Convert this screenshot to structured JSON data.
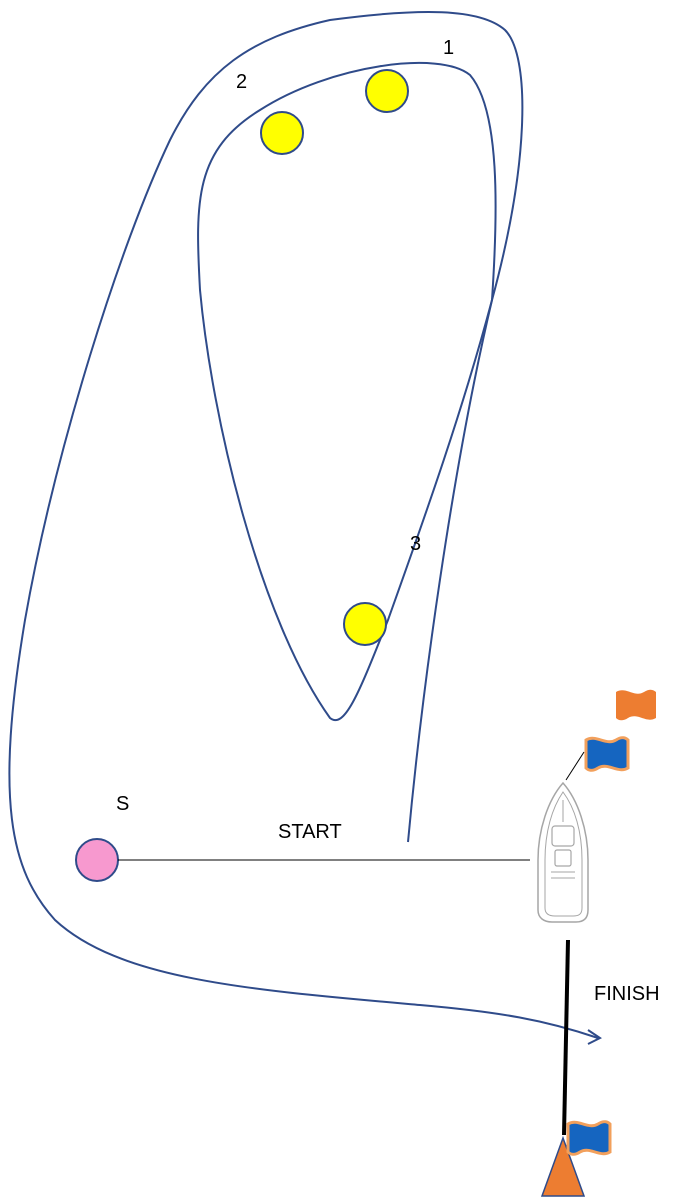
{
  "diagram": {
    "colors": {
      "course_line": "#2f4b8a",
      "mark_fill": "#ffff00",
      "start_mark_fill": "#f799cf",
      "orange_flag": "#ed7d31",
      "blue_flag": "#1565c0",
      "boat": "#a6a6a6"
    },
    "labels": {
      "mark_1": "1",
      "mark_2": "2",
      "mark_3": "3",
      "start_mark": "S",
      "start_line": "START",
      "finish_line": "FINISH"
    }
  }
}
